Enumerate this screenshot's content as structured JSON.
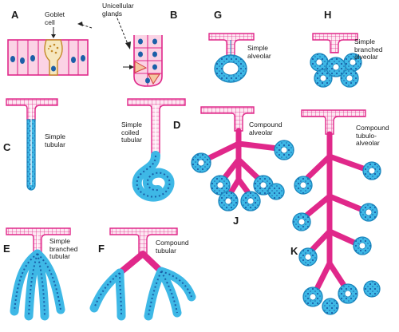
{
  "figure": {
    "colors": {
      "duct": "#e0288a",
      "duct_fill": "#fde8f2",
      "secretory": "#3eb8e6",
      "secretory_dark": "#1b86bd",
      "nucleus": "#1b5fa8",
      "goblet_fill": "#f6e7bf",
      "goblet_border": "#c48a2a"
    },
    "panels": [
      {
        "letter": "A",
        "labels": [
          "Goblet\ncell"
        ]
      },
      {
        "letter": "B",
        "labels": [
          "Unicellular\nglands"
        ]
      },
      {
        "letter": "C",
        "labels": [
          "Simple\ntubular"
        ]
      },
      {
        "letter": "D",
        "labels": [
          "Simple\ncoiled\ntubular"
        ]
      },
      {
        "letter": "E",
        "labels": [
          "Simple\nbranched\ntubular"
        ]
      },
      {
        "letter": "F",
        "labels": [
          "Compound\ntubular"
        ]
      },
      {
        "letter": "G",
        "labels": [
          "Simple\nalveolar"
        ]
      },
      {
        "letter": "H",
        "labels": [
          "Simple\nbranched\nalveolar"
        ]
      },
      {
        "letter": "J",
        "labels": [
          "Compound\nalveolar"
        ]
      },
      {
        "letter": "K",
        "labels": [
          "Compound\ntubulo-\nalveolar"
        ]
      }
    ]
  }
}
